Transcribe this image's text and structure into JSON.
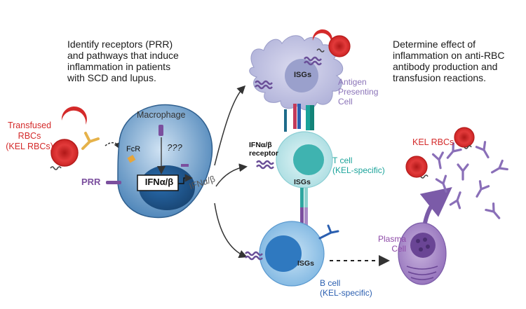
{
  "text_top_left": [
    "Identify receptors (PRR)",
    "and pathways that induce",
    "inflammation in patients",
    "with SCD and lupus."
  ],
  "text_top_right": [
    "Determine effect of",
    "inflammation on anti-RBC",
    "antibody production and",
    "transfusion reactions."
  ],
  "transfused_rbcs": [
    "Transfused",
    "RBCs",
    "(KEL RBCs)"
  ],
  "macrophage": {
    "title": "Macrophage",
    "fcr": "FcR",
    "unknown": "???",
    "prr": "PRR",
    "box": "IFNα/β",
    "secreted": "IFNα/β"
  },
  "apc": {
    "isgs": "ISGs",
    "label": [
      "Antigen",
      "Presenting",
      "Cell"
    ]
  },
  "tcell": {
    "receptor": [
      "IFNα/β",
      "receptor"
    ],
    "isgs": "ISGs",
    "label": [
      "T cell",
      "(KEL-specific)"
    ]
  },
  "bcell": {
    "isgs": "ISGs",
    "label": [
      "B cell",
      "(KEL-specific)"
    ]
  },
  "plasma": {
    "label": [
      "Plasma",
      "Cell"
    ]
  },
  "kel_rbcs": "KEL RBCs",
  "colors": {
    "red": "#d42a2a",
    "purple": "#7b4f9e",
    "apc_text": "#8a73b8",
    "teal": "#1aa39a",
    "blue": "#2b5fb0",
    "plasma_text": "#8e4aa8",
    "macrophage_body": "#4a83b8",
    "apc_body": "#c3c4e4",
    "tcell_body": "#bfe6e8",
    "bcell_body": "#9cc9ea",
    "plasma_body": "#a78bc6"
  }
}
